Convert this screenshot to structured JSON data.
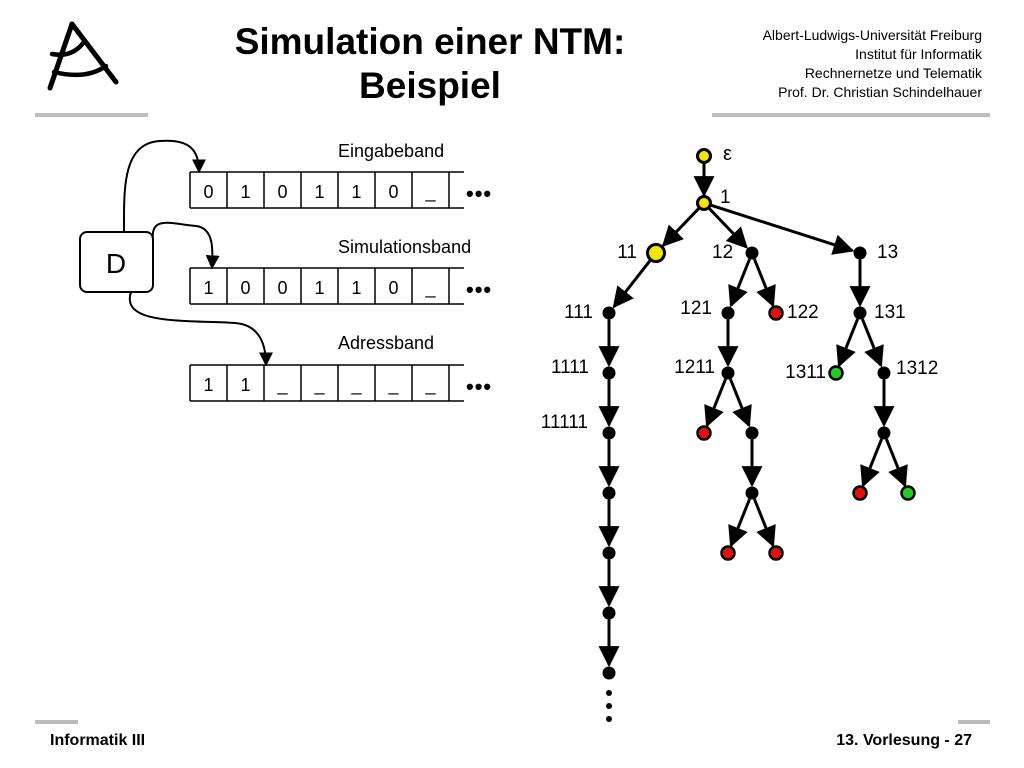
{
  "header": {
    "title_line1": "Simulation einer NTM:",
    "title_line2": "Beispiel",
    "affiliation": [
      "Albert-Ludwigs-Universität Freiburg",
      "Institut für Informatik",
      "Rechnernetze und Telematik",
      "Prof. Dr. Christian Schindelhauer"
    ]
  },
  "machine": {
    "controller_label": "D",
    "tapes": [
      {
        "name": "Eingabeband",
        "cells": [
          "0",
          "1",
          "0",
          "1",
          "1",
          "0",
          "_"
        ],
        "continuation": "•••"
      },
      {
        "name": "Simulationsband",
        "cells": [
          "1",
          "0",
          "0",
          "1",
          "1",
          "0",
          "_"
        ],
        "continuation": "•••"
      },
      {
        "name": "Adressband",
        "cells": [
          "1",
          "1",
          "_",
          "_",
          "_",
          "_",
          "_"
        ],
        "continuation": "•••"
      }
    ]
  },
  "tree": {
    "root_label": "ε",
    "node_labels": [
      "1",
      "11",
      "12",
      "13",
      "111",
      "121",
      "122",
      "131",
      "1111",
      "1211",
      "1311",
      "1312",
      "11111"
    ],
    "continuation": "⋮",
    "colors": {
      "current": "#f2e600",
      "accept": "#22cc22",
      "reject": "#e01010",
      "node": "#000000"
    }
  },
  "footer": {
    "course": "Informatik III",
    "lecture": "13. Vorlesung - 27"
  }
}
